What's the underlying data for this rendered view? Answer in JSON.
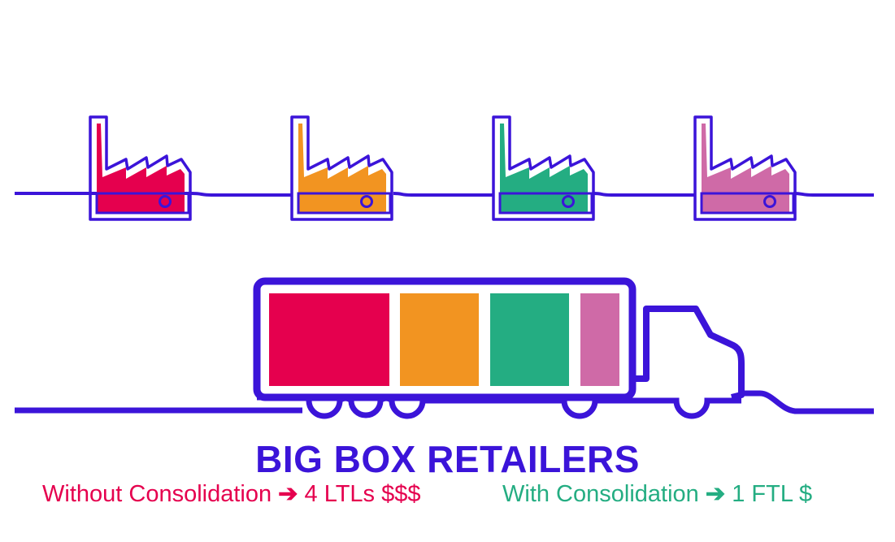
{
  "colors": {
    "outline": "#3b14d9",
    "factory_fills": [
      "#e5004e",
      "#f29421",
      "#24ad82",
      "#cf6aa7"
    ],
    "cargo_fills": [
      "#e5004e",
      "#f29421",
      "#24ad82",
      "#cf6aa7"
    ],
    "without_text": "#e5004e",
    "with_text": "#24ad82"
  },
  "factories": [
    {
      "name": "factory-1",
      "color_index": 0
    },
    {
      "name": "factory-2",
      "color_index": 1
    },
    {
      "name": "factory-3",
      "color_index": 2
    },
    {
      "name": "factory-4",
      "color_index": 3
    }
  ],
  "title": "BIG BOX RETAILERS",
  "without": {
    "label": "Without Consolidation",
    "arrow": "➔",
    "result": "4 LTLs $$$"
  },
  "with": {
    "label": "With Consolidation",
    "arrow": "➔",
    "result": "1 FTL $"
  }
}
